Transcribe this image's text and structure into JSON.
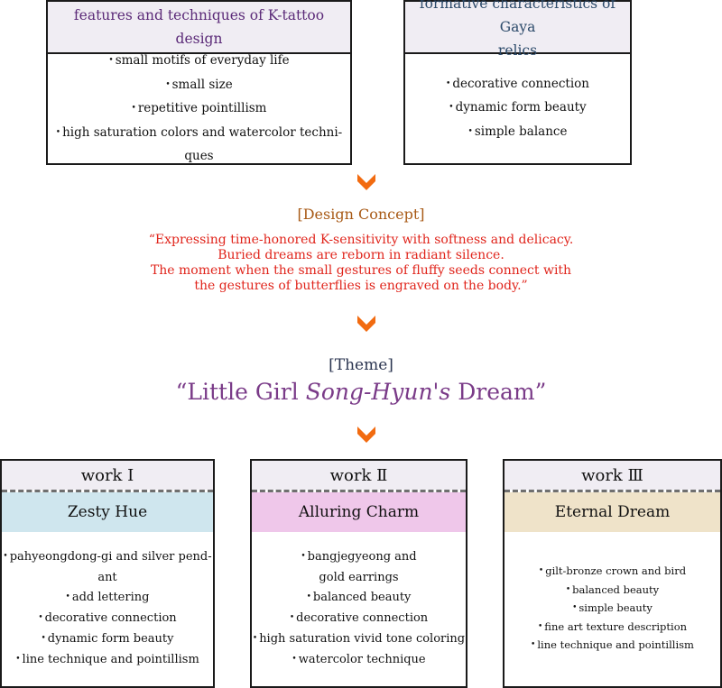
{
  "top_left": {
    "title_line1": "features and techniques of K-tattoo",
    "title_line2": "design",
    "items": [
      "small motifs of everyday life",
      "small size",
      "repetitive pointillism",
      "high saturation colors and watercolor techni-",
      "ques"
    ]
  },
  "top_right": {
    "title_line1": "formative characteristics of Gaya",
    "title_line2": "relics",
    "items": [
      "decorative connection",
      "dynamic form beauty",
      "simple balance"
    ]
  },
  "concept": {
    "label": "[Design Concept]",
    "lines": [
      "“Expressing time-honored K-sensitivity with softness and delicacy.",
      "Buried dreams are reborn in radiant silence.",
      "The moment when the small gestures of fluffy seeds connect with",
      "the gestures of butterflies is engraved on the body.”"
    ]
  },
  "theme": {
    "label": "[Theme]",
    "part1": "“Little Girl ",
    "part2": "Song-Hyun's",
    "part3": " Dream”"
  },
  "works": [
    {
      "label": "work Ⅰ",
      "title": "Zesty Hue",
      "items": [
        "pahyeongdong-gi and silver pend-",
        "ant",
        "add lettering",
        "decorative connection",
        "dynamic form beauty",
        "line technique and pointillism"
      ]
    },
    {
      "label": "work Ⅱ",
      "title": "Alluring Charm",
      "items": [
        "bangjegyeong and",
        "gold earrings",
        "balanced beauty",
        "decorative connection",
        "high saturation vivid tone coloring",
        "watercolor technique"
      ]
    },
    {
      "label": "work Ⅲ",
      "title": "Eternal Dream",
      "items": [
        "gilt-bronze crown and bird",
        "balanced beauty",
        "simple beauty",
        "fine art texture description",
        "line technique and pointillism"
      ]
    }
  ],
  "colors": {
    "arrow": "#f26b10",
    "concept_label": "#a85a16",
    "concept_text": "#e0241b",
    "theme_label": "#2b3550",
    "theme_text": "#7a3b88",
    "top_left_title": "#5b2a78",
    "top_right_title": "#2c4a6a",
    "work1_band": "#cfe6ee",
    "work2_band": "#efc7ea",
    "work3_band": "#efe3c9"
  }
}
